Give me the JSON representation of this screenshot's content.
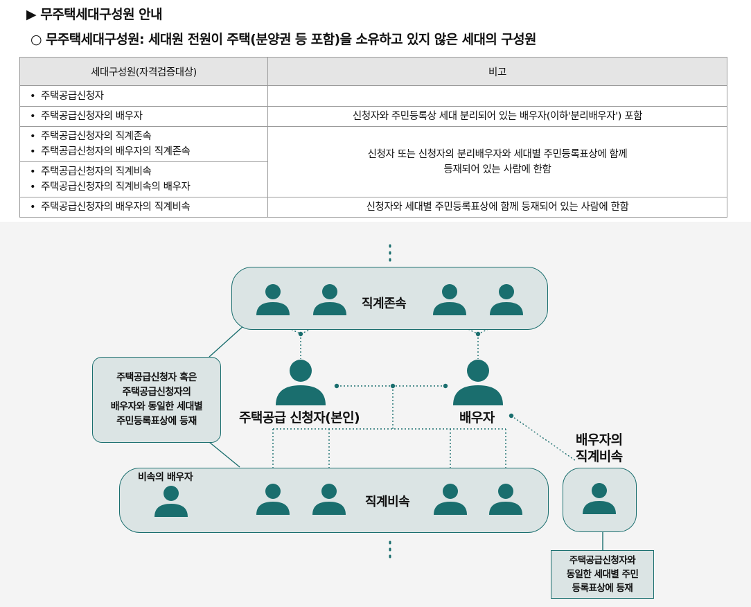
{
  "heading": "▶ 무주택세대구성원 안내",
  "subheading": "○ 무주택세대구성원: 세대원 전원이 주택(분양권 등 포함)을 소유하고 있지 않은 세대의 구성원",
  "table": {
    "headers": [
      "세대구성원(자격검증대상)",
      "비고"
    ],
    "rows": [
      {
        "items": [
          "주택공급신청자"
        ]
      },
      {
        "items": [
          "주택공급신청자의 배우자"
        ],
        "note": "신청자와 주민등록상 세대 분리되어 있는 배우자(이하'분리배우자') 포함"
      },
      {
        "items": [
          "주택공급신청자의 직계존속",
          "주택공급신청자의 배우자의 직계존속"
        ],
        "note_lines": [
          "신청자 또는 신청자의 분리배우자와 세대별 주민등록표상에 함께",
          "등재되어 있는 사람에 한함"
        ]
      },
      {
        "items": [
          "주택공급신청자의 직계비속",
          "주택공급신청자의 직계비속의 배우자"
        ]
      },
      {
        "items": [
          "주택공급신청자의 배우자의 직계비속"
        ],
        "note": "신청자와 세대별 주민등록표상에 함께 등재되어 있는 사람에 한함"
      }
    ]
  },
  "diagram": {
    "ascendants_label": "직계존속",
    "descendants_label": "직계비속",
    "applicant_label": "주택공급 신청자(본인)",
    "spouse_label": "배우자",
    "spouse_descendant_label": [
      "배우자의",
      "직계비속"
    ],
    "descendant_spouse_label": "비속의 배우자",
    "left_note": [
      "주택공급신청자 혹은",
      "주택공급신청자의",
      "배우자와 동일한 세대별",
      "주민등록표상에 등재"
    ],
    "right_note": [
      "주택공급신청자와",
      "동일한 세대별 주민",
      "등록표상에 등재"
    ],
    "colors": {
      "person": "#1a6e6e",
      "box_fill": "#dbe4e4",
      "box_border": "#1a6e6e"
    }
  }
}
